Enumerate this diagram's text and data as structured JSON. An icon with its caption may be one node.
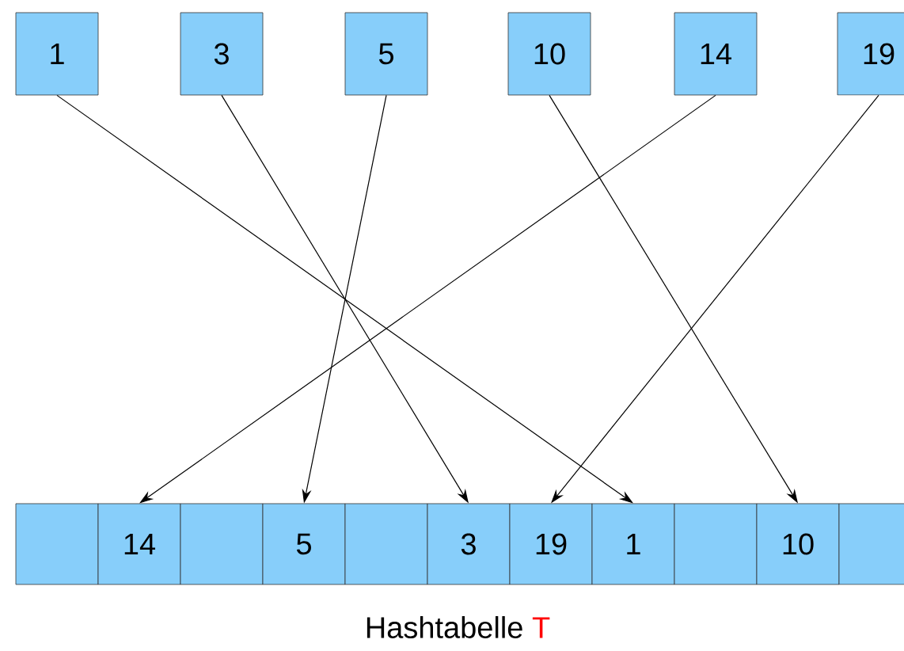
{
  "diagram": {
    "nodes": [
      {
        "text": [
          "1"
        ]
      },
      {
        "text": [
          "3"
        ]
      },
      {
        "text": [
          "5"
        ]
      },
      {
        "text": [
          "10"
        ]
      },
      {
        "text": [
          "14"
        ]
      },
      {
        "text": [
          "19"
        ]
      },
      {
        "text": [],
        "shape": "box"
      },
      {
        "text": [
          "14"
        ]
      },
      {
        "text": [],
        "shape": "box"
      },
      {
        "text": [
          "5"
        ]
      },
      {
        "text": [],
        "shape": "box"
      },
      {
        "text": [
          "3"
        ]
      },
      {
        "text": [
          "19"
        ]
      },
      {
        "text": [
          "1"
        ]
      },
      {
        "text": [],
        "shape": "box"
      },
      {
        "text": [
          "10"
        ]
      },
      {
        "text": [],
        "shape": "box"
      }
    ],
    "edges": [
      {
        "from": 0,
        "to": 13,
        "arrow": "to"
      },
      {
        "from": 1,
        "to": 11,
        "arrow": "to"
      },
      {
        "from": 2,
        "to": 9,
        "arrow": "to"
      },
      {
        "from": 3,
        "to": 15,
        "arrow": "to"
      },
      {
        "from": 4,
        "to": 7,
        "arrow": "to"
      },
      {
        "from": 5,
        "to": 12,
        "arrow": "to"
      }
    ],
    "labels": [
      "Hashtabelle",
      "T"
    ]
  }
}
